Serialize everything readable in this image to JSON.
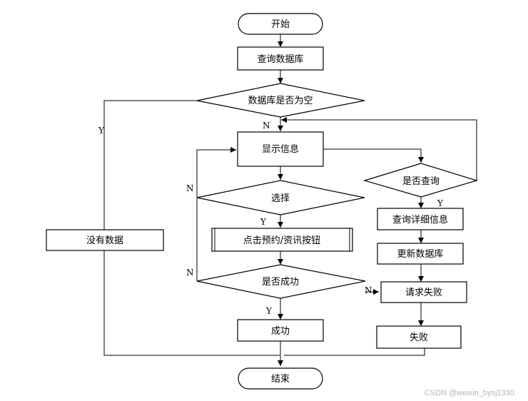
{
  "nodes": {
    "start": "开始",
    "query_db": "查询数据库",
    "db_empty": "数据库是否为空",
    "no_data": "没有数据",
    "show_info": "显示信息",
    "choose": "选择",
    "click_button": "点击预约/资讯按钮",
    "is_success": "是否成功",
    "success": "成功",
    "is_query": "是否查询",
    "query_detail": "查询详细信息",
    "update_db": "更新数据库",
    "request_fail": "请求失败",
    "fail": "失败",
    "end": "结束"
  },
  "edge_labels": {
    "y": "Y",
    "n": "N"
  },
  "watermark": "CSDN @weixin_bysj1330"
}
